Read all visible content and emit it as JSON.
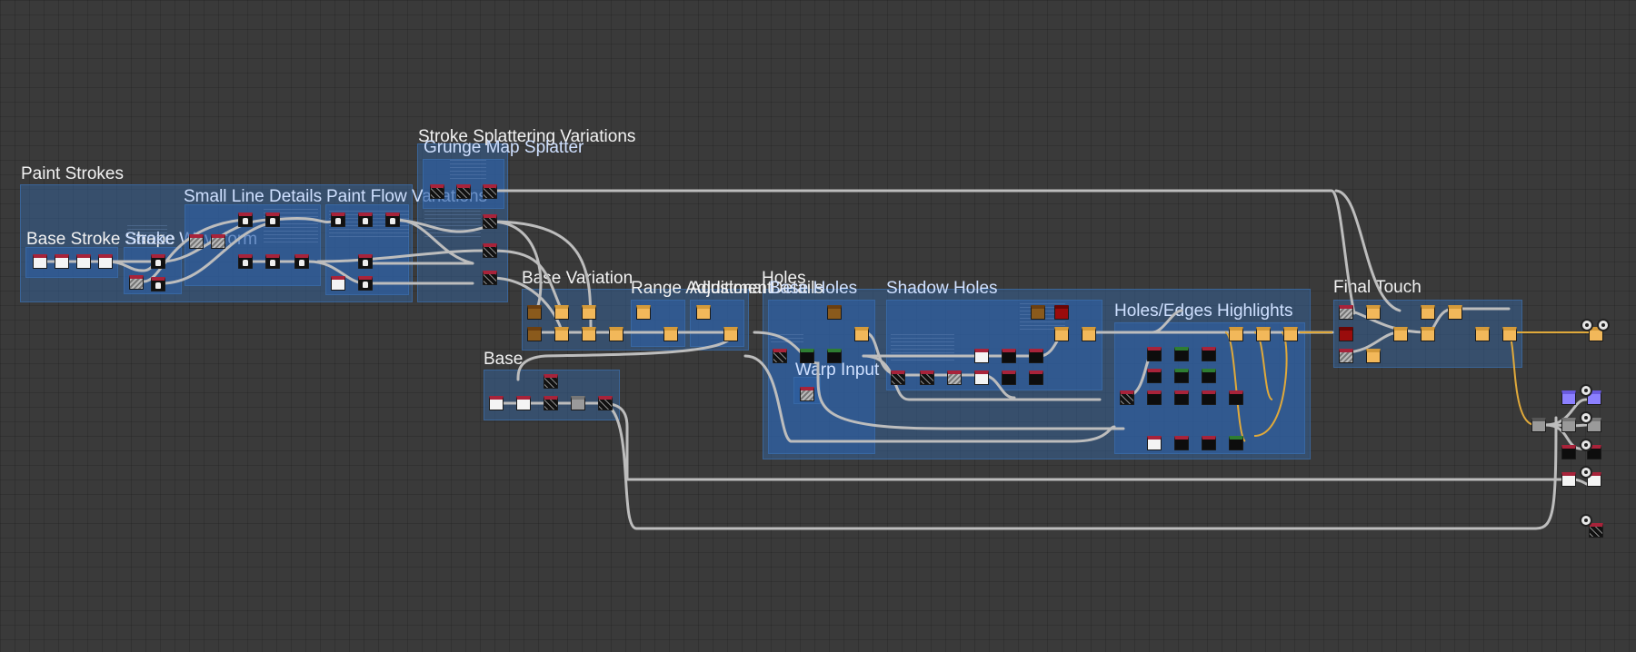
{
  "frames": {
    "paint_strokes": "Paint Strokes",
    "base_stroke_shape": "Base Stroke Shape",
    "stroke_waveform": "Stroke Waveform",
    "small_line_details": "Small Line Details",
    "paint_flow_variations": "Paint Flow Variations",
    "stroke_splattering_variations": "Stroke Splattering Variations",
    "grunge_map_splatter": "Grunge Map Splatter",
    "base_variation": "Base Variation",
    "range_adjustment": "Range Adjustment",
    "additional_details": "Additional Details",
    "holes": "Holes",
    "base_holes": "Base Holes",
    "shadow_holes": "Shadow Holes",
    "holes_edges_highlights": "Holes/Edges Highlights",
    "warp_input": "Warp Input",
    "base": "Base",
    "final_touch": "Final Touch"
  },
  "colors": {
    "canvas": "#3a3a3a",
    "frame": "#346096",
    "wire": "#bdbdbd",
    "wire_active": "#e0a93a",
    "node_header": "#a8233a"
  }
}
